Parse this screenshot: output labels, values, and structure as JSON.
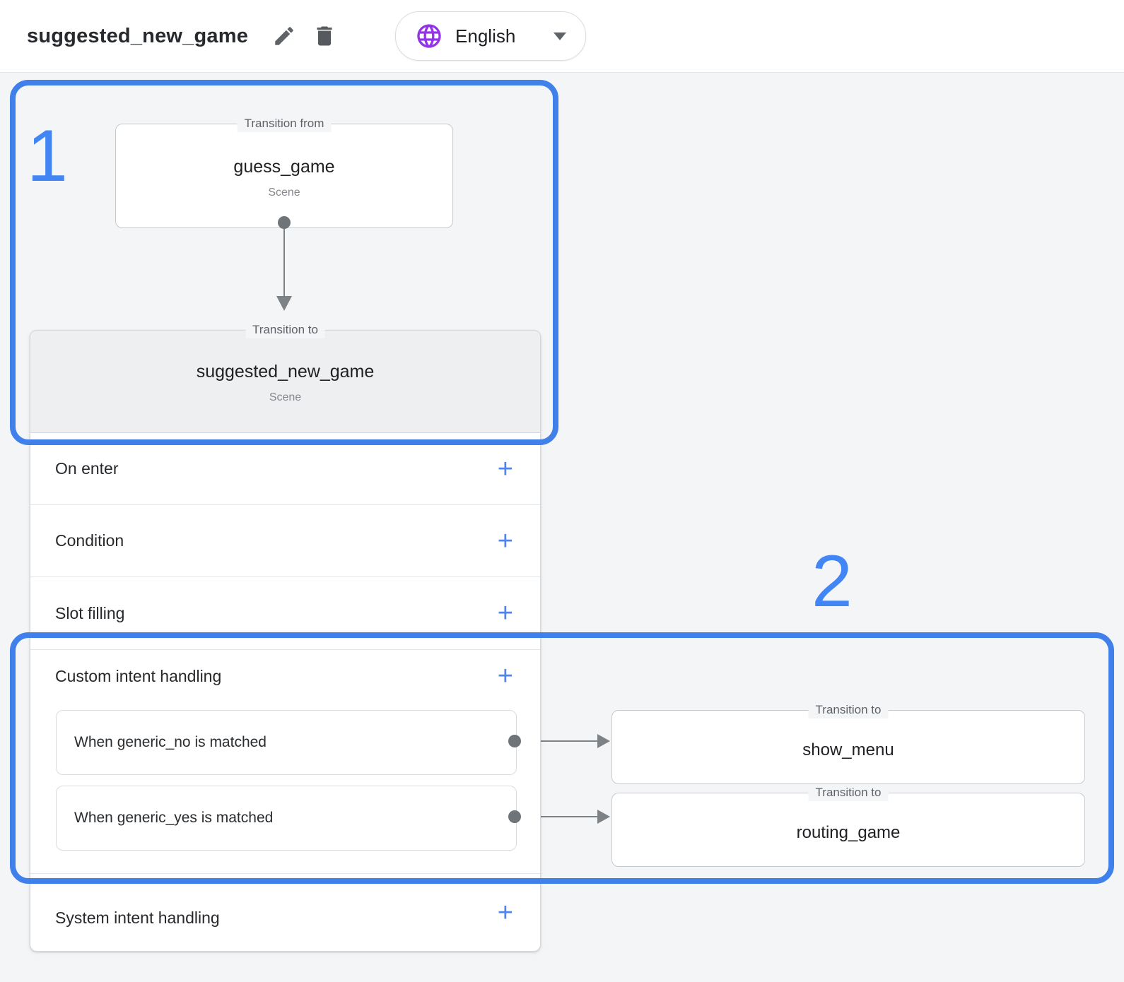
{
  "header": {
    "title": "suggested_new_game",
    "language": "English"
  },
  "annotations": {
    "step1": "1",
    "step2": "2"
  },
  "glyphs": {
    "plus": "+"
  },
  "diagram": {
    "transition_from": {
      "legend": "Transition from",
      "name": "guess_game",
      "type": "Scene"
    },
    "transition_to": {
      "legend": "Transition to",
      "name": "suggested_new_game",
      "type": "Scene"
    }
  },
  "scene_card": {
    "sections": [
      {
        "label": "On enter"
      },
      {
        "label": "Condition"
      },
      {
        "label": "Slot filling"
      },
      {
        "label": "Custom intent handling"
      },
      {
        "label": "System intent handling"
      }
    ]
  },
  "intent_handlers": [
    {
      "condition": "When generic_no is matched",
      "target": {
        "legend": "Transition to",
        "name": "show_menu"
      }
    },
    {
      "condition": "When generic_yes is matched",
      "target": {
        "legend": "Transition to",
        "name": "routing_game"
      }
    }
  ],
  "colors": {
    "annotation_blue": "#4285f4",
    "plus_blue": "#4e86ee",
    "globe_purple": "#9334e6",
    "icon_gray": "#5f6368",
    "connector_gray": "#7d8286",
    "page_background": "#f3f5f7"
  }
}
